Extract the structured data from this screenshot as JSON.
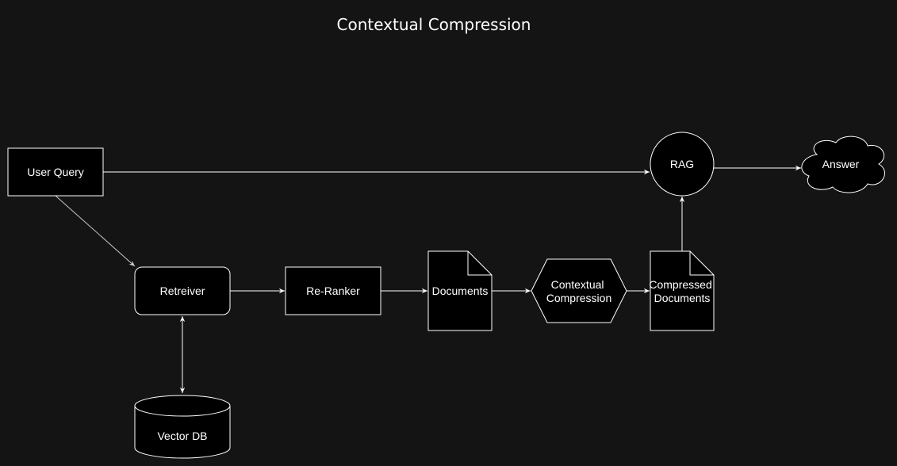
{
  "diagram": {
    "title": "Contextual Compression",
    "nodes": {
      "user_query": "User Query",
      "retriever": "Retreiver",
      "vector_db": "Vector DB",
      "re_ranker": "Re-Ranker",
      "documents": "Documents",
      "contextual_compression": [
        "Contextual",
        "Compression"
      ],
      "compressed_documents": [
        "Compressed",
        "Documents"
      ],
      "rag": "RAG",
      "answer": "Answer"
    },
    "edges": [
      {
        "from": "User Query",
        "to": "RAG"
      },
      {
        "from": "User Query",
        "to": "Retreiver"
      },
      {
        "from": "Retreiver",
        "to": "Vector DB",
        "bidirectional": true
      },
      {
        "from": "Retreiver",
        "to": "Re-Ranker"
      },
      {
        "from": "Re-Ranker",
        "to": "Documents"
      },
      {
        "from": "Documents",
        "to": "Contextual Compression"
      },
      {
        "from": "Contextual Compression",
        "to": "Compressed Documents"
      },
      {
        "from": "Compressed Documents",
        "to": "RAG"
      },
      {
        "from": "RAG",
        "to": "Answer"
      }
    ]
  }
}
